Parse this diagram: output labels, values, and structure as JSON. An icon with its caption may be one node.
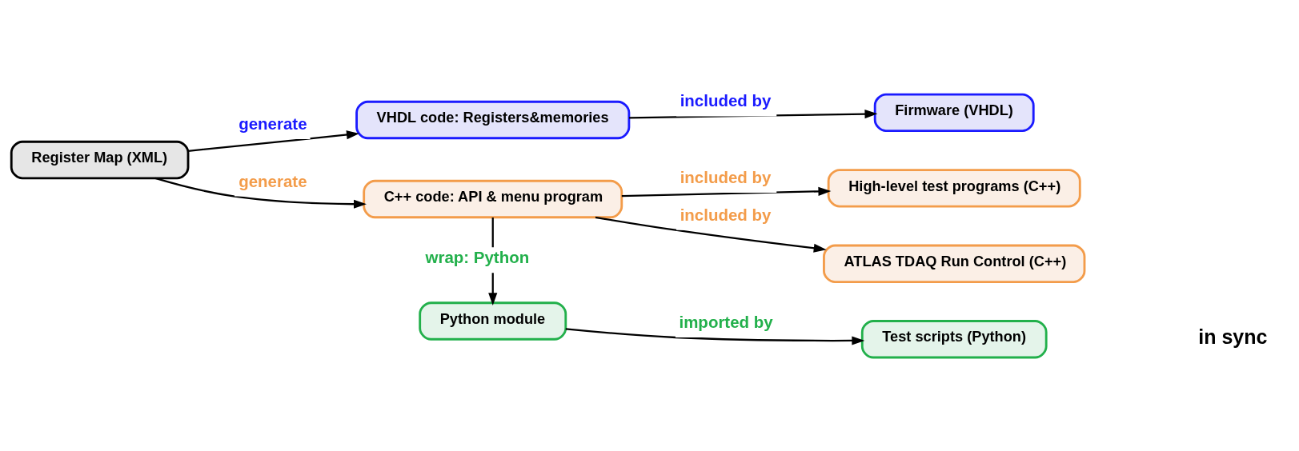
{
  "diagram": {
    "nodes": [
      {
        "text": [
          "Register Map (XML)"
        ]
      },
      {
        "text": [
          "VHDL code: Registers&memories"
        ]
      },
      {
        "text": [
          "Firmware (VHDL)"
        ]
      },
      {
        "text": [
          "C++ code: API & menu program"
        ]
      },
      {
        "text": [
          "High-level test programs (C++)"
        ]
      },
      {
        "text": [
          "ATLAS TDAQ Run Control (C++)"
        ]
      },
      {
        "text": [
          "Python module"
        ]
      },
      {
        "text": [
          "Test scripts (Python)"
        ]
      }
    ],
    "edges": [
      {
        "from": 0,
        "to": 1,
        "arrow": "to",
        "label": "generate"
      },
      {
        "from": 1,
        "to": 2,
        "arrow": "to",
        "label": "included by"
      },
      {
        "from": 0,
        "to": 3,
        "arrow": "to",
        "label": "generate"
      },
      {
        "from": 3,
        "to": 4,
        "arrow": "to",
        "label": "included by"
      },
      {
        "from": 3,
        "to": 5,
        "arrow": "to",
        "label": "included by"
      },
      {
        "from": 3,
        "to": 6,
        "arrow": "to",
        "label": "wrap: Python"
      },
      {
        "from": 6,
        "to": 7,
        "arrow": "to",
        "label": "imported by"
      }
    ],
    "labels": [
      "in sync"
    ]
  }
}
